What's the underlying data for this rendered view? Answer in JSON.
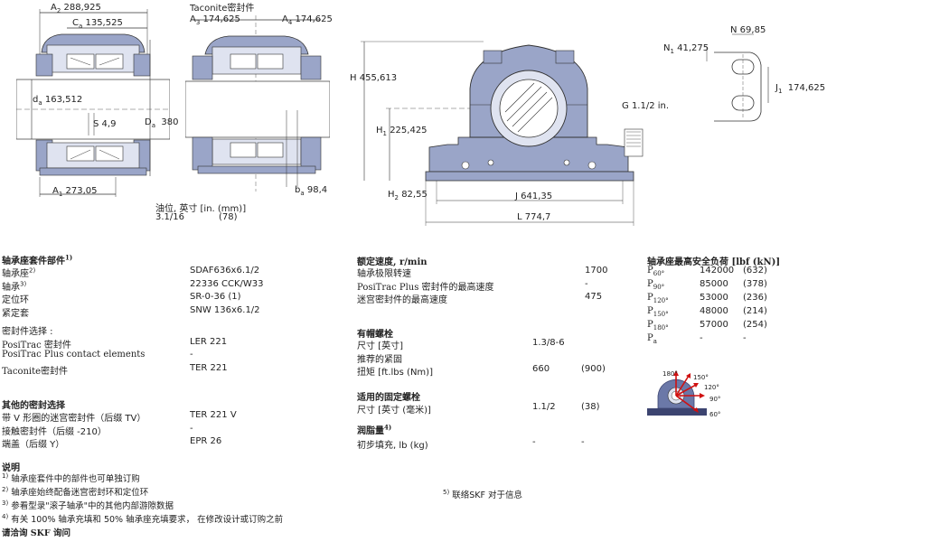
{
  "drawing": {
    "a2": "A",
    "a2_sub": "2",
    "a2_val": "288,925",
    "ca": "C",
    "ca_sub": "a",
    "ca_val": "135,525",
    "da": "d",
    "da_sub": "a",
    "da_val": "163,512",
    "s": "S",
    "s_val": "4,9",
    "Da": "D",
    "Da_sub": "a",
    "Da_val": "380",
    "a1": "A",
    "a1_sub": "1",
    "a1_val": "273,05",
    "taconite_label": "Taconite密封件",
    "a3": "A",
    "a3_sub": "3",
    "a3_val": "174,625",
    "a4": "A",
    "a4_sub": "4",
    "a4_val": "174,625",
    "ba": "b",
    "ba_sub": "a",
    "ba_val": "98,4",
    "oil_label": "油位, 英寸 [in. (mm)]",
    "oil_in": "3.1/16",
    "oil_mm": "(78)",
    "h": "H",
    "h_val": "455,613",
    "h1": "H",
    "h1_sub": "1",
    "h1_val": "225,425",
    "h2": "H",
    "h2_sub": "2",
    "h2_val": "82,55",
    "g": "G",
    "g_val": "1.1/2 in.",
    "j": "J",
    "j_val": "641,35",
    "l": "L",
    "l_val": "774,7",
    "n": "N",
    "n_val": "69,85",
    "n1": "N",
    "n1_sub": "1",
    "n1_val": "41,275",
    "j1": "J",
    "j1_sub": "1",
    "j1_val": "174,625"
  },
  "components": {
    "title": "轴承座套件部件",
    "title_sup": "1)",
    "rows": [
      {
        "label": "轴承座",
        "sup": "2)",
        "value": "SDAF636x6.1/2"
      },
      {
        "label": "轴承",
        "sup": "3)",
        "value": "22336 CCK/W33"
      },
      {
        "label": "定位环",
        "sup": "",
        "value": "SR-0-36 (1)"
      },
      {
        "label": "紧定套",
        "sup": "",
        "value": "SNW 136x6.1/2"
      }
    ],
    "seal_choice": "密封件选择 :",
    "seal_rows": [
      {
        "label": "PosiTrac 密封件",
        "value": "LER 221"
      },
      {
        "label": "PosiTrac Plus contact elements",
        "value": "-"
      },
      {
        "label": "Taconite密封件",
        "value": "TER 221"
      }
    ]
  },
  "other_seals": {
    "title": "其他的密封选择",
    "rows": [
      {
        "label": "带 V 形圈的迷宫密封件（后缀 TV）",
        "value": "TER 221 V"
      },
      {
        "label": "接触密封件（后缀 -210）",
        "value": "-"
      },
      {
        "label": "端盖（后缀 Y）",
        "value": "EPR 26"
      }
    ]
  },
  "notes": {
    "title": "说明",
    "items": [
      {
        "sup": "1)",
        "text": "轴承座套件中的部件也可单独订购"
      },
      {
        "sup": "2)",
        "text": "轴承座始终配备迷宫密封环和定位环"
      },
      {
        "sup": "3)",
        "text": "参看型录\"滚子轴承\"中的其他内部游隙数据"
      },
      {
        "sup": "4)",
        "text": "有关 100% 轴承充填和 50% 轴承座充填要求， 在修改设计或订购之前"
      }
    ],
    "contact": "请洽询 SKF 询问",
    "note5_sup": "5)",
    "note5_text": "联络SKF 对于信息"
  },
  "speed": {
    "title": "额定速度, r/min",
    "rows": [
      {
        "label": "轴承极限转速",
        "value": "1700"
      },
      {
        "label": "PosiTrac Plus 密封件的最高速度",
        "value": "-"
      },
      {
        "label": "迷宫密封件的最高速度",
        "value": "475"
      }
    ]
  },
  "cap_bolts": {
    "title": "有帽螺栓",
    "rows": [
      {
        "label": "尺寸 [英寸]",
        "value": "1.3/8-6",
        "value2": ""
      },
      {
        "label": "推荐的紧固",
        "value": "",
        "value2": ""
      },
      {
        "label": "扭矩 [ft.lbs (Nm)]",
        "value": "660",
        "value2": "(900)"
      }
    ]
  },
  "fix_bolts": {
    "title": "适用的固定螺栓",
    "rows": [
      {
        "label": "尺寸 [英寸 (毫米)]",
        "value": "1.1/2",
        "value2": "(38)"
      }
    ]
  },
  "grease": {
    "title": "润脂量",
    "title_sup": "4)",
    "rows": [
      {
        "label": "初步填充, lb (kg)",
        "value": "-",
        "value2": "-"
      }
    ]
  },
  "loads": {
    "title": "轴承座最高安全负荷 [lbf (kN)]",
    "rows": [
      {
        "p": "P",
        "sub": "60°",
        "value": "142000",
        "kn": "(632)"
      },
      {
        "p": "P",
        "sub": "90°",
        "value": "85000",
        "kn": "(378)"
      },
      {
        "p": "P",
        "sub": "120°",
        "value": "53000",
        "kn": "(236)"
      },
      {
        "p": "P",
        "sub": "150°",
        "value": "48000",
        "kn": "(214)"
      },
      {
        "p": "P",
        "sub": "180°",
        "value": "57000",
        "kn": "(254)"
      },
      {
        "p": "P",
        "sub": "a",
        "value": "-",
        "kn": "-"
      }
    ],
    "angles": [
      "180°",
      "150°",
      "120°",
      "90°",
      "60°"
    ]
  },
  "colors": {
    "housing_blue": "#9aa5c8",
    "housing_dark": "#3c4470",
    "line": "#333333",
    "arrow_red": "#d01010"
  }
}
